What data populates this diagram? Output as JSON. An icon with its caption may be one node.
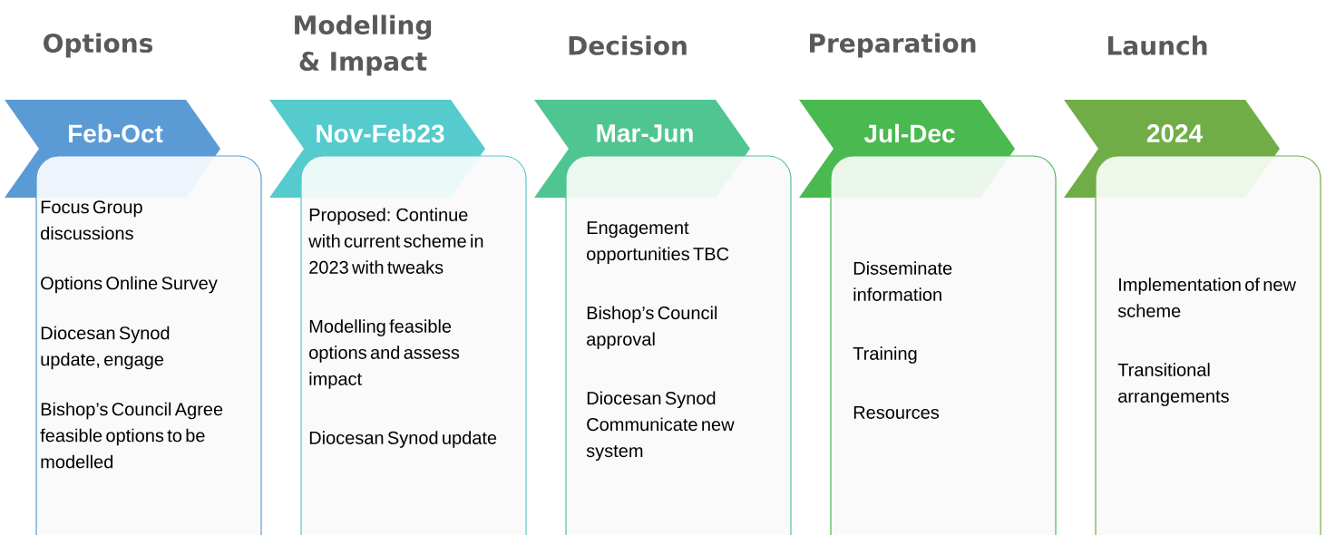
{
  "diagram": {
    "nodes": [
      {
        "text": [
          "Options",
          "Feb-Oct"
        ]
      },
      {
        "text": [
          "Focus Group discussions",
          "Options Online Survey",
          "Diocesan Synod update, engage",
          "Bishop’s Council Agree feasible options to be modelled"
        ]
      },
      {
        "text": [
          "Modelling & Impact",
          "Nov-Feb23"
        ]
      },
      {
        "text": [
          "Proposed: Continue with current scheme in 2023 with tweaks",
          "Modelling feasible options and assess impact",
          "Diocesan Synod update"
        ]
      },
      {
        "text": [
          "Decision",
          "Mar-Jun"
        ]
      },
      {
        "text": [
          "Engagement opportunities TBC",
          "Bishop’s Council approval",
          "Diocesan Synod Communicate new system"
        ]
      },
      {
        "text": [
          "Preparation",
          "Jul-Dec"
        ]
      },
      {
        "text": [
          "Disseminate information",
          "Training",
          "Resources"
        ]
      },
      {
        "text": [
          "Launch",
          "2024"
        ]
      },
      {
        "text": [
          "Implementation of new scheme",
          "Transitional arrangements"
        ]
      }
    ]
  }
}
